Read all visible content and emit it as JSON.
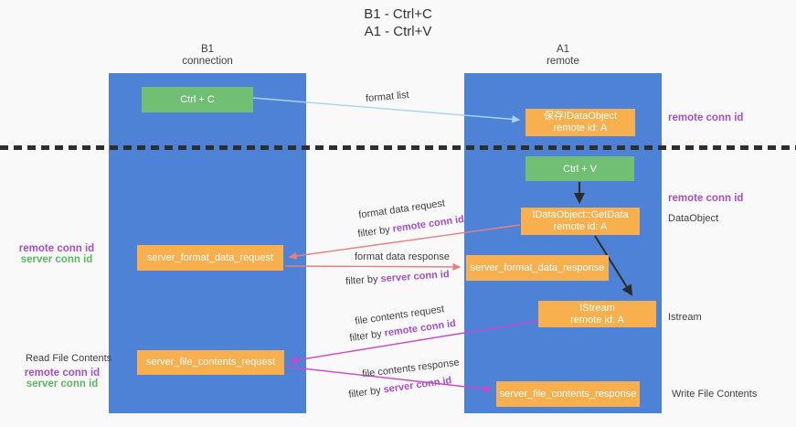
{
  "title": {
    "line1": "B1 - Ctrl+C",
    "line2": "A1 - Ctrl+V"
  },
  "columns": {
    "left": {
      "header": {
        "line1": "B1",
        "line2": "connection"
      }
    },
    "right": {
      "header": {
        "line1": "A1",
        "line2": "remote"
      }
    }
  },
  "boxes": {
    "ctrl_c": {
      "label": "Ctrl + C"
    },
    "ctrl_v": {
      "label": "Ctrl + V"
    },
    "save_idataobject": {
      "line1": "保存IDataObject",
      "line2": "remote id: A"
    },
    "getdata": {
      "line1": "IDataObject::GetData",
      "line2": "remote id: A"
    },
    "istream": {
      "line1": "IStream",
      "line2": "remote id: A"
    },
    "server_format_data_request": {
      "label": "server_format_data_request"
    },
    "server_format_data_response": {
      "label": "server_format_data_response"
    },
    "server_file_contents_request": {
      "label": "server_file_contents_request"
    },
    "server_file_contents_response": {
      "label": "server_file_contents_response"
    }
  },
  "flow_labels": {
    "format_list": "format list",
    "format_data_request": "format data request",
    "format_data_response": "format data response",
    "file_contents_request": "file contents request",
    "file_contents_response": "file contents response",
    "filter_by": "filter by ",
    "remote_conn_id": "remote conn id",
    "server_conn_id": "server conn id"
  },
  "side_labels": {
    "remote_conn_id_top_right": "remote conn id",
    "remote_conn_id_mid_right": "remote conn id",
    "data_object": "DataObject",
    "istream": "Istream",
    "read_file_contents": "Read File Contents",
    "write_file_contents": "Write File Contents",
    "remote_conn_id_left": "remote conn id",
    "server_conn_id_left": "server conn id",
    "remote_conn_id_bottom_left": "remote conn id",
    "server_conn_id_bottom_left": "server conn id"
  },
  "colors": {
    "column_blue": "#4d82d6",
    "box_orange": "#f8b04e",
    "box_green": "#71bf74",
    "arrow_salmon": "#e8807d",
    "arrow_magenta": "#cb49c9",
    "arrow_blue": "#a9d3ee",
    "text_purple": "#a44fc8",
    "text_green": "#5cb85f"
  }
}
